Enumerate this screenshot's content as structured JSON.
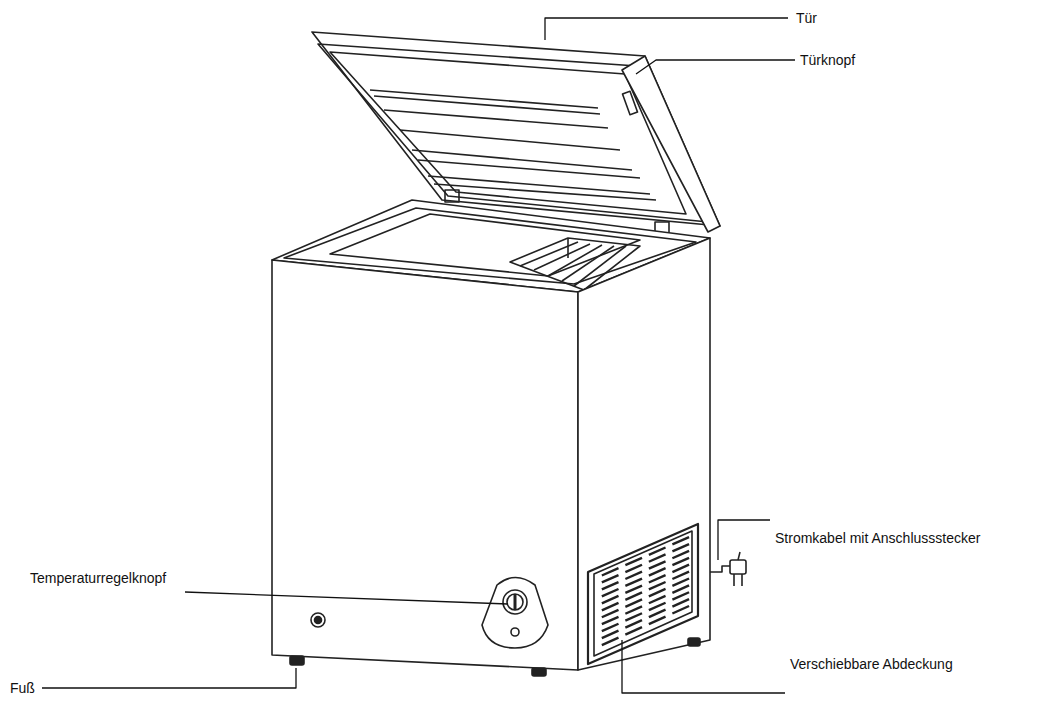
{
  "diagram": {
    "labels": [
      "Tür",
      "Türknopf",
      "Temperaturregelknopf",
      "Stromkabel mit Anschlussstecker",
      "Verschiebbare Abdeckung",
      "Fuß"
    ]
  }
}
